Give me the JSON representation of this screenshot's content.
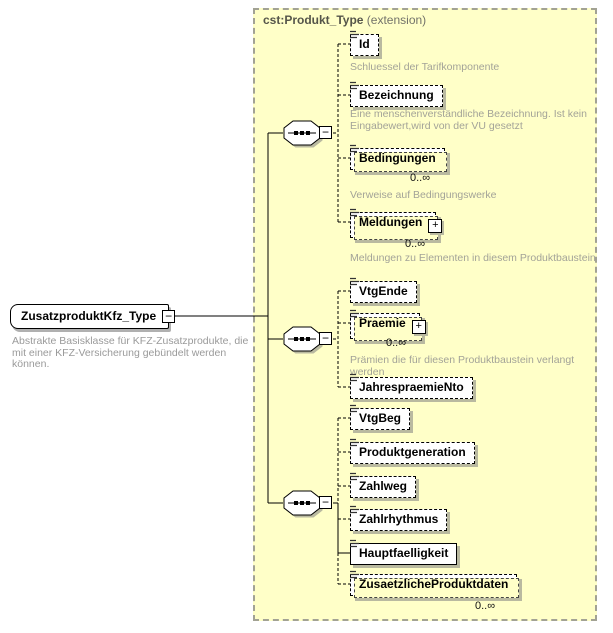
{
  "diagram": {
    "glyphs": {
      "minus": "−",
      "plus": "+"
    },
    "extension": {
      "title": "cst:Produkt_Type",
      "suffix": " (extension)"
    },
    "root": {
      "label": "ZusatzproduktKfz_Type",
      "annotation": "Abstrakte Basisklasse für KFZ-Zusatzprodukte, die mit einer KFZ-Versicherung gebündelt werden können."
    },
    "elements": [
      {
        "label": "Id",
        "annotation": "Schluessel der Tarifkomponente"
      },
      {
        "label": "Bezeichnung",
        "annotation": "Eine menschenverständliche Bezeichnung. Ist kein Eingabewert,wird von der VU gesetzt"
      },
      {
        "label": "Bedingungen",
        "occurs": "0..∞",
        "annotation": "Verweise auf Bedingungswerke"
      },
      {
        "label": "Meldungen",
        "occurs": "0..∞",
        "annotation": "Meldungen zu Elementen in diesem Produktbaustein"
      },
      {
        "label": "VtgEnde"
      },
      {
        "label": "Praemie",
        "occurs": "0..∞",
        "annotation": "Prämien die für diesen Produktbaustein verlangt werden"
      },
      {
        "label": "JahrespraemieNto"
      },
      {
        "label": "VtgBeg"
      },
      {
        "label": "Produktgeneration"
      },
      {
        "label": "Zahlweg"
      },
      {
        "label": "Zahlrhythmus"
      },
      {
        "label": "Hauptfaelligkeit"
      },
      {
        "label": "ZusaetzlicheProduktdaten",
        "occurs": "0..∞"
      }
    ]
  }
}
